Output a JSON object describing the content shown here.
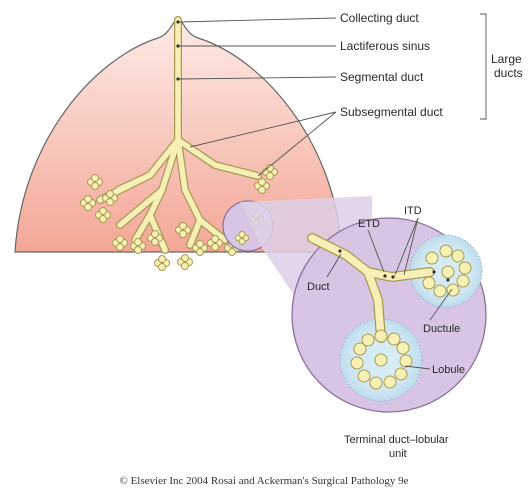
{
  "labels": {
    "collecting_duct": "Collecting duct",
    "lactiferous_sinus": "Lactiferous sinus",
    "segmental_duct": "Segmental duct",
    "subsegmental_duct": "Subsegmental duct",
    "large_ducts_line1": "Large",
    "large_ducts_line2": "ducts",
    "itd": "ITD",
    "etd": "ETD",
    "duct": "Duct",
    "ductule": "Ductule",
    "lobule": "Lobule",
    "tdlu_line1": "Terminal duct–lobular",
    "tdlu_line2": "unit",
    "copyright": "© Elsevier Inc 2004 Rosai and Ackerman's Surgical Pathology 9e"
  },
  "colors": {
    "breast_top": "#fde7e3",
    "breast_bottom": "#f3a99a",
    "duct_fill": "#f8f1b4",
    "duct_stroke": "#b7a863",
    "magnify_fill": "#d8c5e3",
    "magnify_stroke": "#8a6f9c",
    "lobule_fill": "#cfe6f1",
    "leader_line": "#555555"
  }
}
